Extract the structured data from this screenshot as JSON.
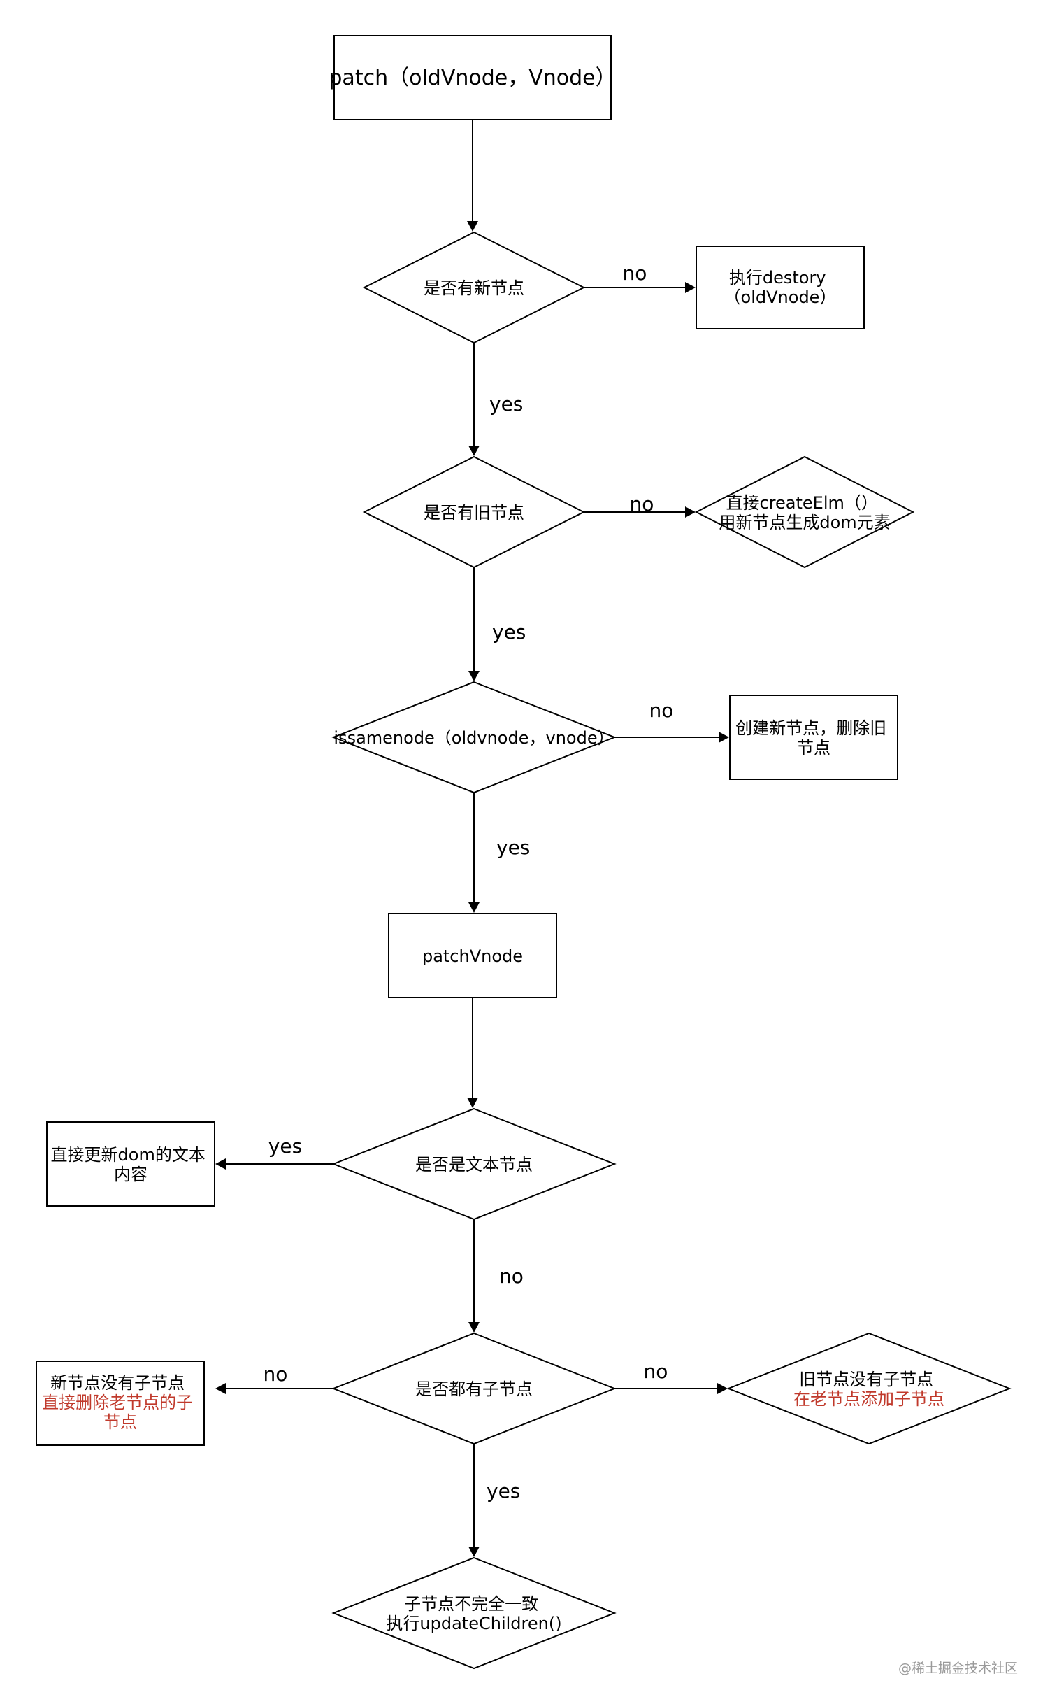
{
  "diagram": {
    "nodes": {
      "start": {
        "lines": [
          "patch（oldVnode，Vnode）"
        ]
      },
      "q_new": {
        "lines": [
          "是否有新节点"
        ]
      },
      "destroy": {
        "lines": [
          "执行destory",
          "（oldVnode）"
        ]
      },
      "q_old": {
        "lines": [
          "是否有旧节点"
        ]
      },
      "create_elm": {
        "lines": [
          "直接createElm（）",
          "用新节点生成dom元素"
        ]
      },
      "q_same": {
        "lines": [
          "issamenode（oldvnode，vnode）"
        ]
      },
      "create_new": {
        "lines": [
          "创建新节点，删除旧",
          "节点"
        ]
      },
      "patch_vnode": {
        "lines": [
          "patchVnode"
        ]
      },
      "q_text": {
        "lines": [
          "是否是文本节点"
        ]
      },
      "update_text": {
        "lines": [
          "直接更新dom的文本",
          "内容"
        ]
      },
      "q_children": {
        "lines": [
          "是否都有子节点"
        ]
      },
      "new_no_children": {
        "lines": [
          "新节点没有子节点",
          "直接删除老节点的子",
          "节点"
        ],
        "line_colors": [
          "#000000",
          "#c0392b",
          "#c0392b"
        ]
      },
      "old_no_children": {
        "lines": [
          "旧节点没有子节点",
          "在老节点添加子节点"
        ],
        "line_colors": [
          "#000000",
          "#c0392b"
        ]
      },
      "update_children": {
        "lines": [
          "子节点不完全一致",
          "执行updateChildren()"
        ]
      }
    },
    "edges": {
      "e1": {
        "label": ""
      },
      "e2": {
        "label": "no"
      },
      "e3": {
        "label": "yes"
      },
      "e4": {
        "label": "no"
      },
      "e5": {
        "label": "yes"
      },
      "e6": {
        "label": "no"
      },
      "e7": {
        "label": "yes"
      },
      "e8": {
        "label": ""
      },
      "e9": {
        "label": "yes"
      },
      "e10": {
        "label": "no"
      },
      "e11": {
        "label": "no"
      },
      "e12": {
        "label": "no"
      },
      "e13": {
        "label": "yes"
      }
    }
  },
  "watermark": "@稀土掘金技术社区",
  "colors": {
    "stroke": "#000000",
    "highlight_text": "#c0392b",
    "watermark": "#9a9a9a"
  }
}
